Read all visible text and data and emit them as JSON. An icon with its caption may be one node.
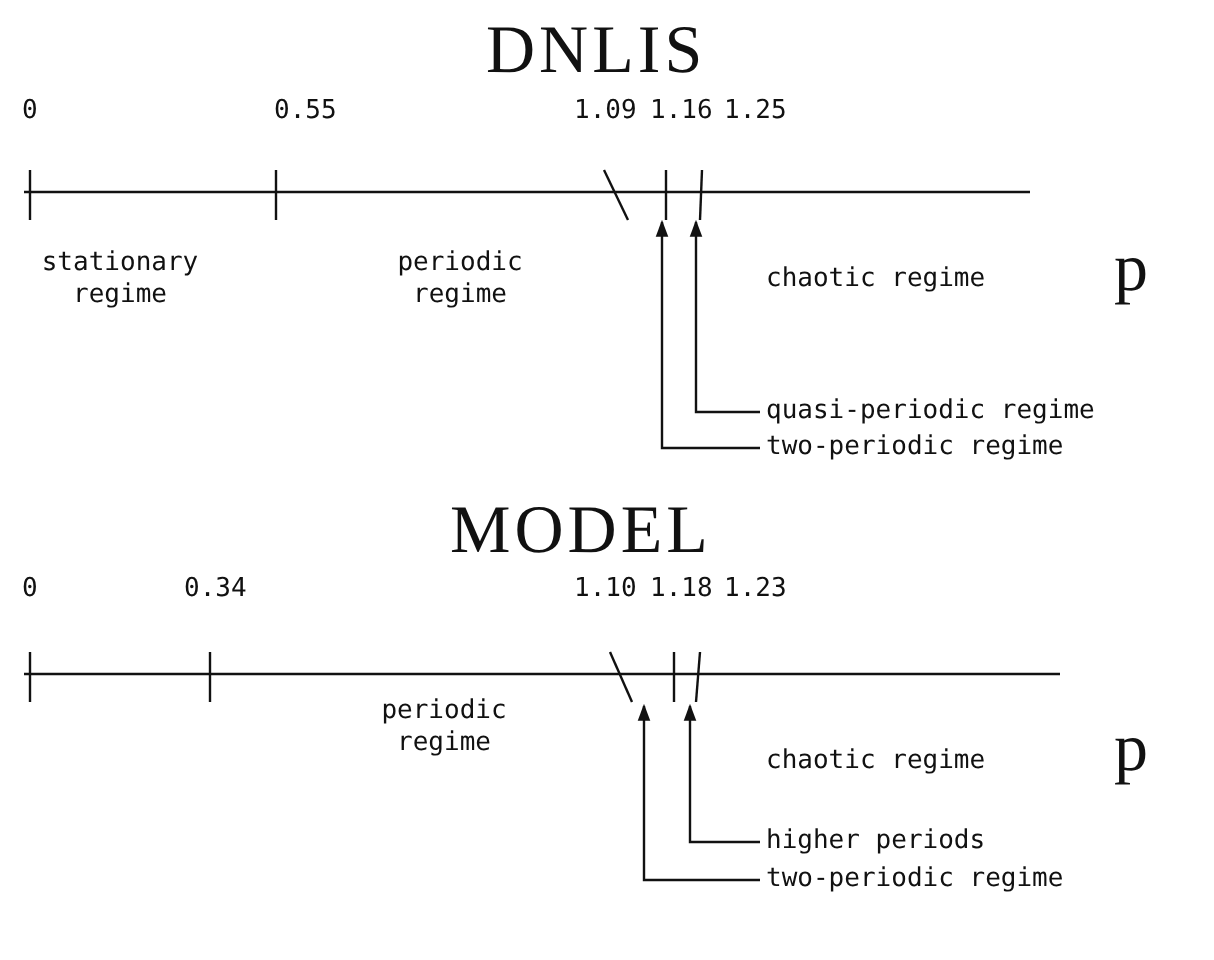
{
  "diagram": {
    "nodes": [
      {
        "text": [
          "quasi-periodic regime"
        ]
      },
      {
        "text": [
          "two-periodic regime"
        ]
      },
      {
        "text": [
          "higher periods"
        ]
      },
      {
        "text": [
          "two-periodic regime"
        ]
      }
    ],
    "edges": [
      {
        "from": 0,
        "to": null,
        "arrow": "to"
      },
      {
        "from": 1,
        "to": null,
        "arrow": "to"
      },
      {
        "from": 2,
        "to": null,
        "arrow": "to"
      },
      {
        "from": 3,
        "to": null,
        "arrow": "to"
      }
    ],
    "labels": [
      "DNLIS",
      "0",
      "0.55",
      "1.09",
      "1.16",
      "1.25",
      "stationary regime",
      "periodic regime",
      "chaotic regime",
      "p",
      "MODEL",
      "0",
      "0.34",
      "1.10",
      "1.18",
      "1.23",
      "periodic regime",
      "chaotic regime",
      "p"
    ]
  }
}
